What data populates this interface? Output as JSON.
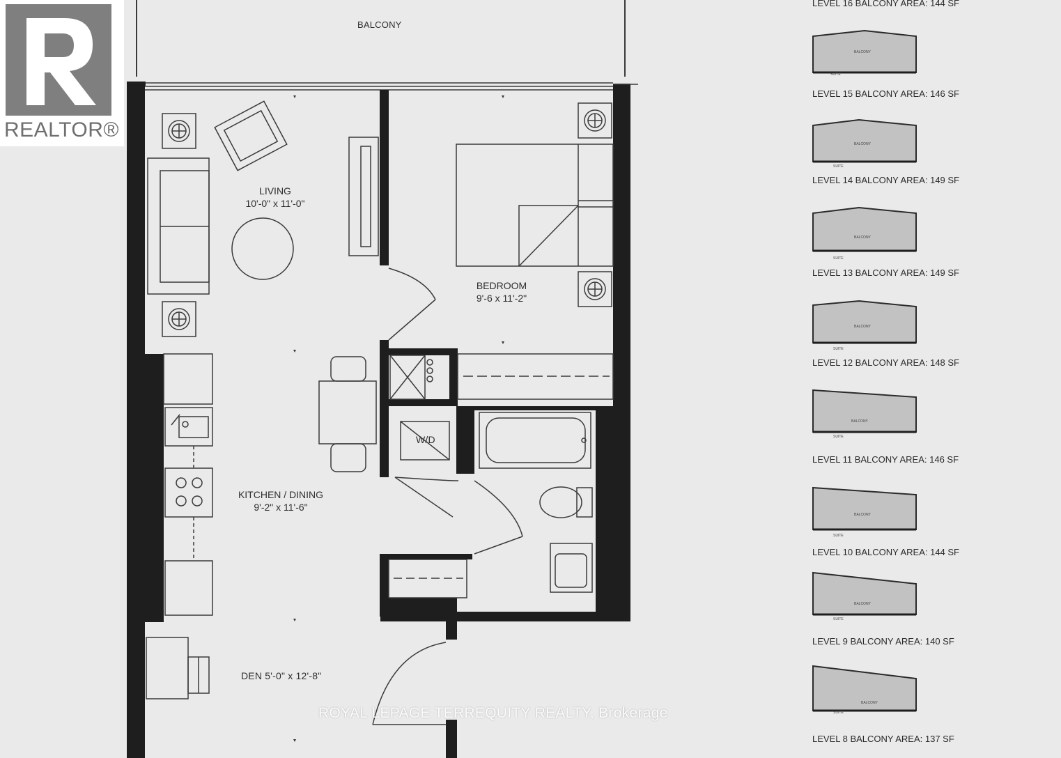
{
  "logo": {
    "text": "REALTOR®"
  },
  "rooms": {
    "balcony": {
      "name": "BALCONY"
    },
    "living": {
      "name": "LIVING",
      "dims": "10'-0\" x 11'-0\""
    },
    "bedroom": {
      "name": "BEDROOM",
      "dims": "9'-6 x 11'-2\""
    },
    "kitchen": {
      "name": "KITCHEN / DINING",
      "dims": "9'-2\" x 11'-6\""
    },
    "den": {
      "label": "DEN 5'-0\" x 12'-8\""
    },
    "wd": {
      "label": "W/D"
    }
  },
  "balcony_levels": [
    {
      "label": "LEVEL 16 BALCONY AREA:  144 SF"
    },
    {
      "label": "LEVEL 15 BALCONY AREA:  146 SF"
    },
    {
      "label": "LEVEL 14 BALCONY AREA:  149 SF"
    },
    {
      "label": "LEVEL 13 BALCONY AREA:  149 SF"
    },
    {
      "label": "LEVEL 12 BALCONY AREA:  148 SF"
    },
    {
      "label": "LEVEL 11 BALCONY AREA:  146 SF"
    },
    {
      "label": "LEVEL 10 BALCONY AREA:  144 SF"
    },
    {
      "label": "LEVEL 9 BALCONY AREA: 140 SF"
    },
    {
      "label": "LEVEL 8 BALCONY AREA: 137 SF"
    }
  ],
  "mini_plan": {
    "balcony_word": "BALCONY",
    "suite_word": "SUITE"
  },
  "watermark": {
    "text": "ROYAL LEPAGE TERREQUITY REALTY, Brokerage"
  },
  "colors": {
    "paper": "#eaeaea",
    "wall": "#1e1e1e",
    "line": "#3a3a3a",
    "mini_fill": "#c2c2c2"
  }
}
